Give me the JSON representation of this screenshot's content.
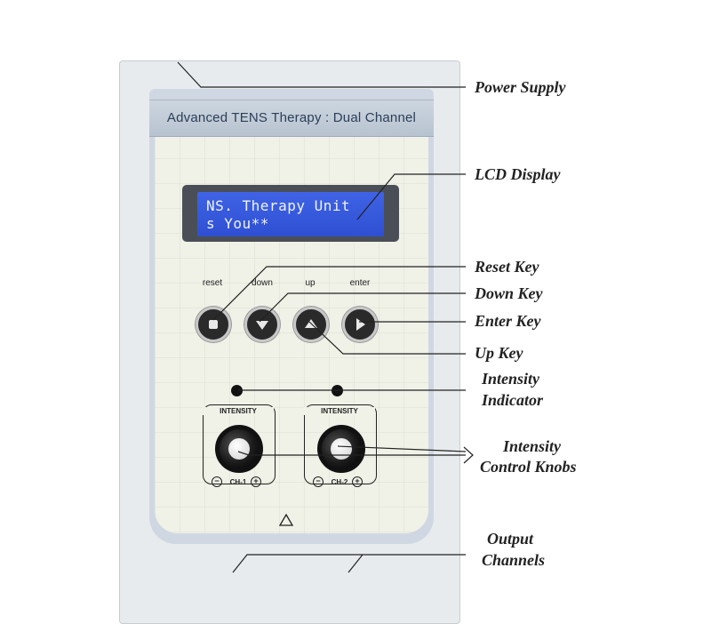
{
  "device": {
    "title": "Advanced TENS Therapy : Dual Channel",
    "lcd_line1": "NS. Therapy Unit",
    "lcd_line2": "s You**",
    "keys": [
      {
        "label": "reset",
        "icon": "stop-icon"
      },
      {
        "label": "down",
        "icon": "chevron-down-icon"
      },
      {
        "label": "up",
        "icon": "chevron-up-icon"
      },
      {
        "label": "enter",
        "icon": "chevron-right-icon"
      }
    ],
    "channels": [
      {
        "title": "INTENSITY",
        "label": "CH-1"
      },
      {
        "title": "INTENSITY",
        "label": "CH-2"
      }
    ],
    "minus_symbol": "−",
    "plus_symbol": "+",
    "warning_icon": "warning-triangle-icon"
  },
  "callouts": {
    "power_supply": "Power Supply",
    "lcd_display": "LCD Display",
    "reset_key": "Reset Key",
    "down_key": "Down Key",
    "enter_key": "Enter Key",
    "up_key": "Up Key",
    "intensity_indicator_1": "Intensity",
    "intensity_indicator_2": "Indicator",
    "intensity_knobs_1": "Intensity",
    "intensity_knobs_2": "Control Knobs",
    "output_channels_1": "Output",
    "output_channels_2": "Channels"
  },
  "colors": {
    "lcd_background": "#3456dc",
    "lcd_text": "#eef3ff",
    "titlebar": "#c3cdd8",
    "faceplate": "#f0f1e7"
  }
}
